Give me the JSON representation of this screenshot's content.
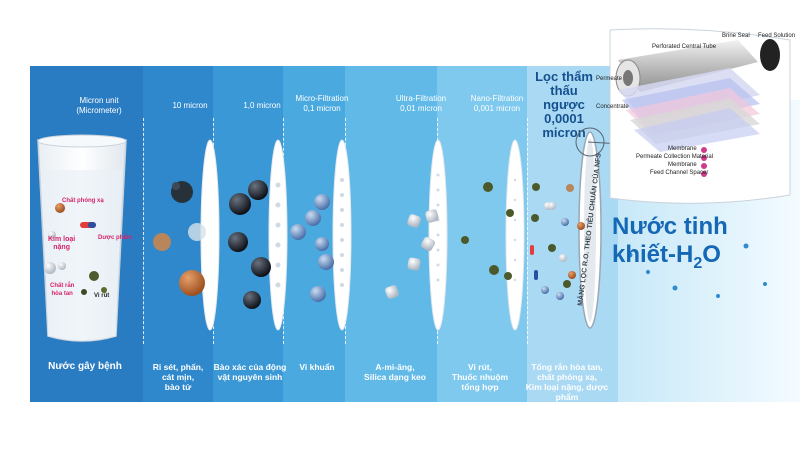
{
  "header": {
    "unit_label": "Micron unit\n(Micrometer)",
    "columns": [
      "10 micron",
      "1,0 micron",
      "Micro-Filtration\n0,1 micron",
      "Ultra-Filtration\n0,01 micron",
      "Nano-Filtration\n0,001 micron"
    ],
    "ro_title": "Lọc thẩm\nthấu ngược\n0,0001\nmicron"
  },
  "glass": {
    "contaminants": [
      "Chất phóng xạ",
      "Kim loại\nnặng",
      "Dược phẩm",
      "Chất rắn\nhòa tan",
      "Vi rút"
    ]
  },
  "captions": {
    "glass": "Nước gây bệnh",
    "c1": "Rỉ sét, phấn,\ncát mịn,\nbào tử",
    "c2": "Bào xác của động\nvật nguyên sinh",
    "c3": "Vi khuẩn",
    "c4": "A-mi-ăng,\nSilica dạng keo",
    "c5": "Vi rút,\nThuốc nhuộm\ntổng hợp",
    "c6": "Tổng rắn hòa tan,\nchất phóng xạ,\nKim loại nặng, dược phẩm"
  },
  "ro_membrane_label": "MÀNG LỌC R.O. THEO TIÊU CHUẨN CỦA NFS",
  "result": {
    "line1": "Nước tinh",
    "line2": "khiết-H",
    "sub": "2",
    "line2_end": "O"
  },
  "module": {
    "labels": [
      "Brine Seal",
      "Feed Solution",
      "Perforated Central Tube",
      "Permeate",
      "Concentrate",
      "Membrane",
      "Permeate Collection Material",
      "Membrane",
      "Feed Channel Spacer"
    ]
  },
  "colors": {
    "band_dark": "#2a7cc2",
    "band_light": "#a9d9f3",
    "title_blue": "#16508f",
    "accent": "#1468b4"
  }
}
